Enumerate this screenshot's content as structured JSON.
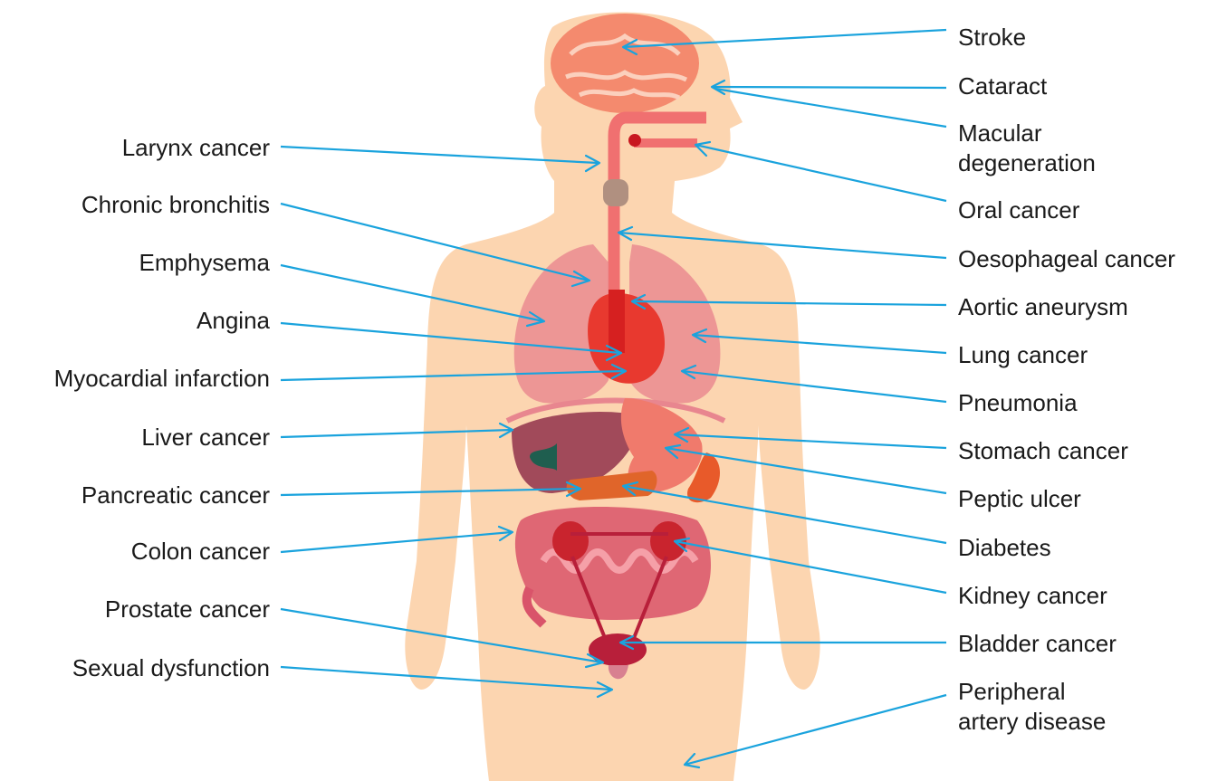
{
  "left_labels": [
    {
      "id": "larynx",
      "text": "Larynx cancer"
    },
    {
      "id": "bronchitis",
      "text": "Chronic bronchitis"
    },
    {
      "id": "emphysema",
      "text": "Emphysema"
    },
    {
      "id": "angina",
      "text": "Angina"
    },
    {
      "id": "myocardial",
      "text": "Myocardial infarction"
    },
    {
      "id": "liver",
      "text": "Liver cancer"
    },
    {
      "id": "pancreatic",
      "text": "Pancreatic cancer"
    },
    {
      "id": "colon",
      "text": "Colon cancer"
    },
    {
      "id": "prostate",
      "text": "Prostate cancer"
    },
    {
      "id": "sexual",
      "text": "Sexual dysfunction"
    }
  ],
  "right_labels": [
    {
      "id": "stroke",
      "lines": [
        "Stroke"
      ]
    },
    {
      "id": "cataract",
      "lines": [
        "Cataract"
      ]
    },
    {
      "id": "macular",
      "lines": [
        "Macular",
        "degeneration"
      ]
    },
    {
      "id": "oral",
      "lines": [
        "Oral cancer"
      ]
    },
    {
      "id": "oesophageal",
      "lines": [
        "Oesophageal cancer"
      ]
    },
    {
      "id": "aortic",
      "lines": [
        "Aortic aneurysm"
      ]
    },
    {
      "id": "lung",
      "lines": [
        "Lung cancer"
      ]
    },
    {
      "id": "pneumonia",
      "lines": [
        "Pneumonia"
      ]
    },
    {
      "id": "stomach",
      "lines": [
        "Stomach cancer"
      ]
    },
    {
      "id": "peptic",
      "lines": [
        "Peptic ulcer"
      ]
    },
    {
      "id": "diabetes",
      "lines": [
        "Diabetes"
      ]
    },
    {
      "id": "kidney",
      "lines": [
        "Kidney cancer"
      ]
    },
    {
      "id": "bladder",
      "lines": [
        "Bladder cancer"
      ]
    },
    {
      "id": "peripheral",
      "lines": [
        "Peripheral",
        "artery disease"
      ]
    }
  ],
  "colors": {
    "leader": "#1aa3dd",
    "skin": "#fcd5b0",
    "lung": "#e8868f",
    "heart": "#e8392f",
    "liver": "#a14a5a",
    "stomach": "#f07a6c",
    "intestine": "#d9546a",
    "kidney": "#c9242e",
    "bladder": "#b81f3a",
    "spleen": "#e85a2a",
    "pancreas": "#e0652a",
    "gallbladder": "#1f5e4f",
    "brain": "#f48a6e",
    "esophagus": "#f07070",
    "larynx": "#b09080"
  }
}
